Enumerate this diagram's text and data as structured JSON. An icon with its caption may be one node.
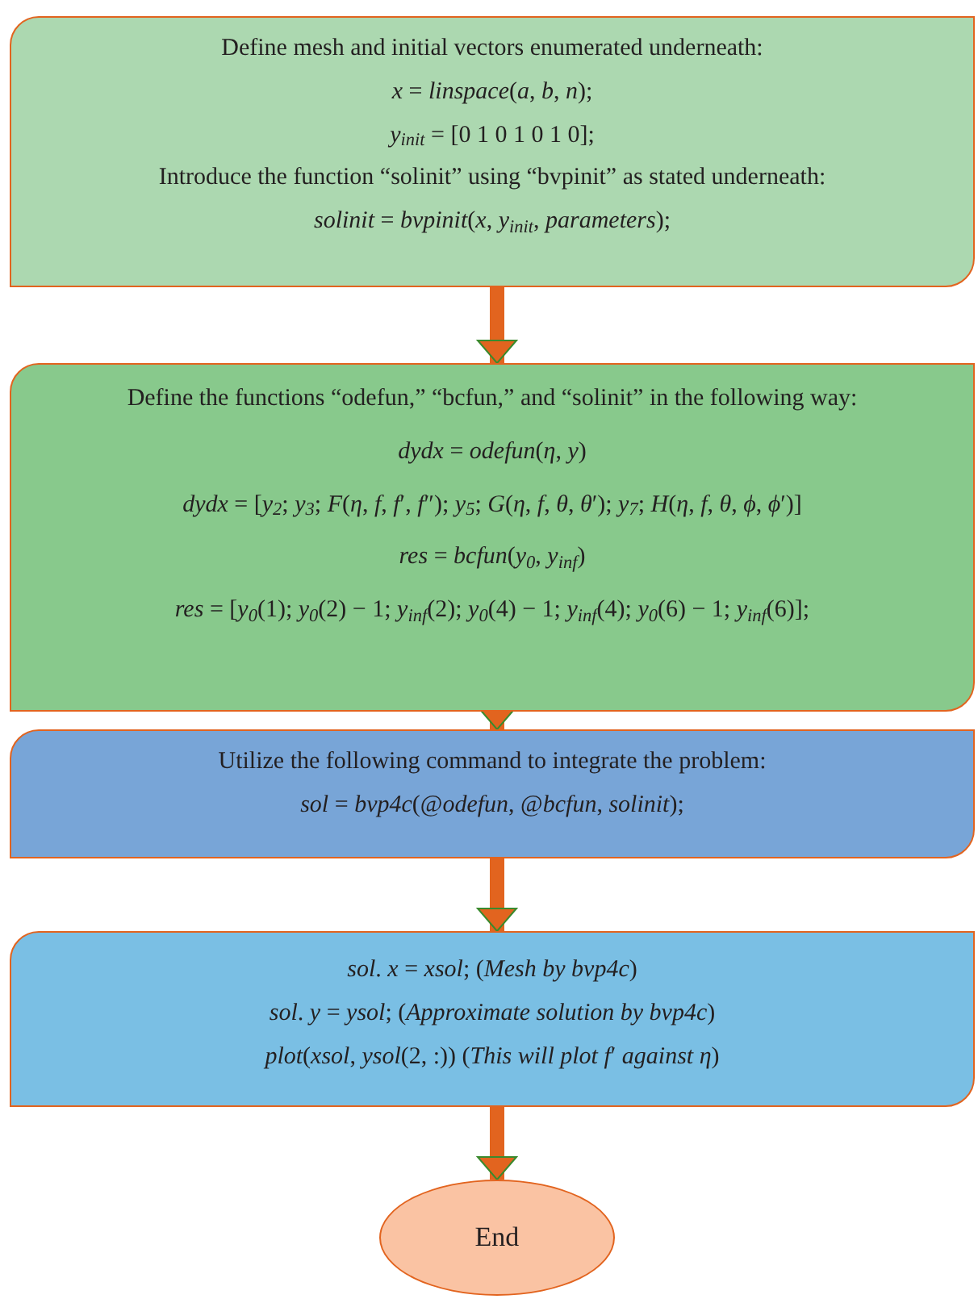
{
  "diagram": {
    "nodes": [
      {
        "text": [
          "Define mesh and initial vectors enumerated underneath:",
          "*x* = *linspace*(*a*, *b*, *n*);",
          "*y*$_{init}$ = [0 1 0 1 0 1 0];",
          "Introduce the function “solinit” using “bvpinit” as stated underneath:",
          "*solinit* = *bvpinit*(*x*, *y*$_{init}$, *parameters*);"
        ]
      },
      {
        "text": [
          "Define the functions “odefun,” “bcfun,” and “solinit” in the following way:",
          "*dydx* = *odefun*(*η*, *y*)",
          "*dydx* = [*y*$_{2}$; *y*$_{3}$; *F*(*η*, *f*, *f*′, *f*″); *y*$_{5}$; *G*(*η*, *f*, *θ*, *θ*′); *y*$_{7}$; *H*(*η*, *f*, *θ*, *ϕ*, *ϕ*′)]",
          "*res* = *bcfun*(*y*$_{0}$, *y*$_{inf}$)",
          "*res* = [*y*$_{0}$(1); *y*$_{0}$(2) − 1; *y*$_{inf}$(2); *y*$_{0}$(4) − 1; *y*$_{inf}$(4); *y*$_{0}$(6) − 1; *y*$_{inf}$(6)];"
        ]
      },
      {
        "text": [
          "Utilize the following command to integrate the problem:",
          "*sol* = *bvp4c*(@*odefun*, @*bcfun*, *solinit*);"
        ]
      },
      {
        "text": [
          "*sol*. *x* = *xsol*; (*Mesh by bvp4c*)",
          "*sol*. *y* = *ysol*; (*Approximate solution by bvp4c*)",
          "*plot*(*xsol*, *ysol*(2, :)) (*This will plot f*′ *against η*)"
        ]
      },
      {
        "text": [
          "End"
        ]
      }
    ],
    "edges": [
      {
        "from": 0,
        "to": 1,
        "arrow": "to"
      },
      {
        "from": 1,
        "to": 2,
        "arrow": "to"
      },
      {
        "from": 2,
        "to": 3,
        "arrow": "to"
      },
      {
        "from": 3,
        "to": 4,
        "arrow": "to"
      }
    ]
  }
}
